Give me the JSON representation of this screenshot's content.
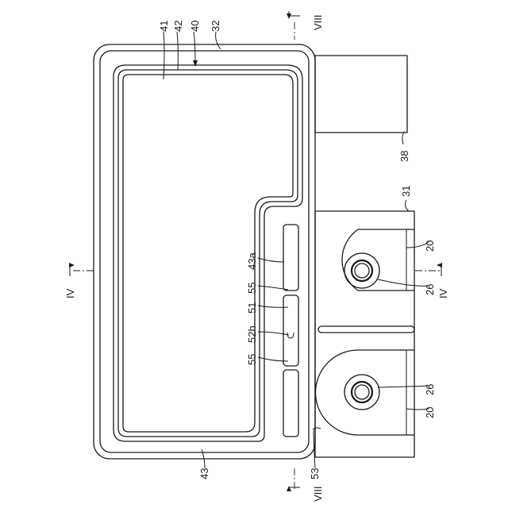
{
  "labels": {
    "n20_top": "20",
    "n20_bottom": "20",
    "n26_top": "26",
    "n26_bottom": "26",
    "n31": "31",
    "n32": "32",
    "n38": "38",
    "n40": "40",
    "n41": "41",
    "n42": "42",
    "n43": "43",
    "n43a": "43a",
    "n51": "51",
    "n52h": "52h",
    "n53": "53",
    "n55_top": "55",
    "n55_bottom": "55"
  },
  "sections": {
    "viii_top": "VIII",
    "viii_bottom": "VIII",
    "iv_left": "IV",
    "iv_right": "IV"
  }
}
